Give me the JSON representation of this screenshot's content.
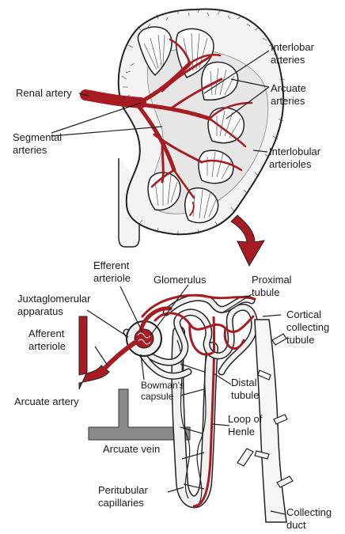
{
  "colors": {
    "artery": "#a61c22",
    "outline": "#222222",
    "vein": "#8a8a8a",
    "tissue": "#e8e8e8"
  },
  "labels": {
    "renal_artery": "Renal artery",
    "segmental_1": "Segmental",
    "segmental_2": "arteries",
    "interlobar_1": "Interlobar",
    "interlobar_2": "arteries",
    "arcuate_1": "Arcuate",
    "arcuate_2": "arteries",
    "interlobular_1": "Interlobular",
    "interlobular_2": "arterioles",
    "efferent_1": "Efferent",
    "efferent_2": "arteriole",
    "glomerulus": "Glomerulus",
    "proximal_1": "Proximal",
    "proximal_2": "tubule",
    "juxta_1": "Juxtaglomerular",
    "juxta_2": "apparatus",
    "cortical_1": "Cortical",
    "cortical_2": "collecting",
    "cortical_3": "tubule",
    "afferent_1": "Afferent",
    "afferent_2": "arteriole",
    "bowman_1": "Bowman's",
    "bowman_2": "capsule",
    "distal_1": "Distal",
    "distal_2": "tubule",
    "arcuate_artery": "Arcuate artery",
    "loop_1": "Loop of",
    "loop_2": "Henle",
    "arcuate_vein": "Arcuate vein",
    "peritubular_1": "Peritubular",
    "peritubular_2": "capillaries",
    "collecting_1": "Collecting",
    "collecting_2": "duct"
  }
}
